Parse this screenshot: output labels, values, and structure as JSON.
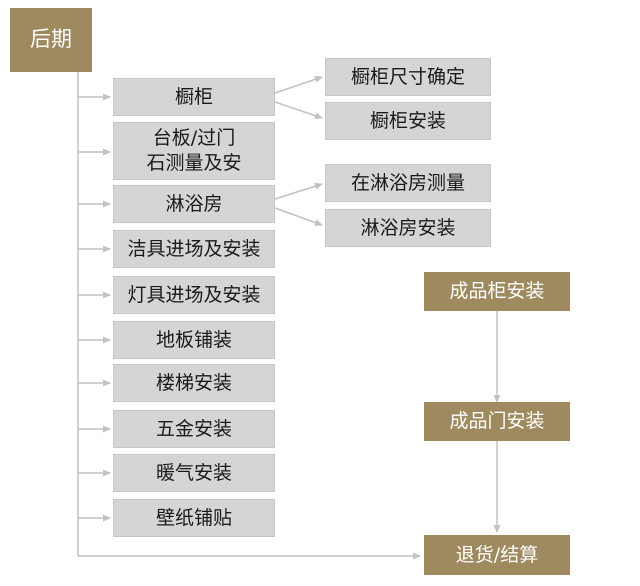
{
  "colors": {
    "gold": "#9e8a5e",
    "gray_box": "#d3d5d7",
    "connector": "#c2c2c2"
  },
  "root": {
    "label": "后期"
  },
  "main_steps": [
    {
      "id": "cabinet",
      "label": "橱柜"
    },
    {
      "id": "countertop",
      "lines": [
        "台板/过门",
        "石测量及安"
      ]
    },
    {
      "id": "shower",
      "label": "淋浴房"
    },
    {
      "id": "sanitary",
      "label": "洁具进场及安装"
    },
    {
      "id": "lighting",
      "label": "灯具进场及安装"
    },
    {
      "id": "flooring",
      "label": "地板铺装"
    },
    {
      "id": "stairs",
      "label": "楼梯安装"
    },
    {
      "id": "hardware",
      "label": "五金安装"
    },
    {
      "id": "heating",
      "label": "暖气安装"
    },
    {
      "id": "wallpaper",
      "label": "壁纸铺贴"
    }
  ],
  "sub_steps": {
    "cabinet": [
      "橱柜尺寸确定",
      "橱柜安装"
    ],
    "shower": [
      "在淋浴房测量",
      "淋浴房安装"
    ]
  },
  "right_column": [
    "成品柜安装",
    "成品门安装",
    "退货/结算"
  ]
}
